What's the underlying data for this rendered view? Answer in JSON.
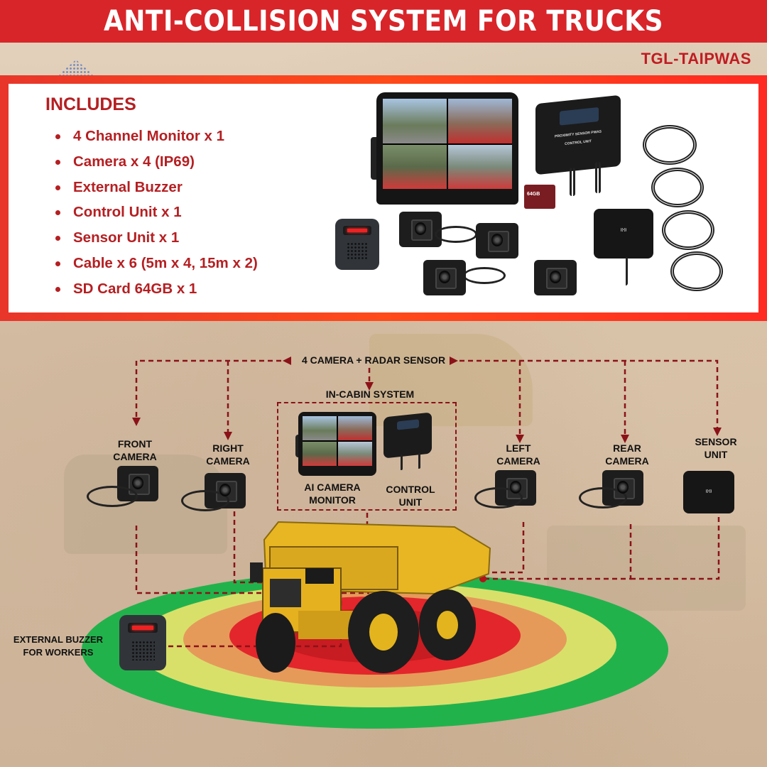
{
  "header": {
    "title": "ANTI-COLLISION SYSTEM FOR TRUCKS"
  },
  "model_code": "TGL-TAIPWAS",
  "includes": {
    "title": "INCLUDES",
    "items": [
      "4 Channel Monitor x 1",
      "Camera x 4 (IP69)",
      "External Buzzer",
      "Control Unit x 1",
      "Sensor Unit x 1",
      "Cable x 6 (5m x 4, 15m x 2)",
      "SD Card 64GB x 1"
    ]
  },
  "products": {
    "control_unit_label": "PROXIMITY SENSOR PWAS",
    "control_unit_sub": "CONTROL UNIT",
    "sd_card_label": "64GB"
  },
  "diagram": {
    "top_label": "4 CAMERA + RADAR SENSOR",
    "cabin_label": "IN-CABIN SYSTEM",
    "front_camera": [
      "FRONT",
      "CAMERA"
    ],
    "right_camera": [
      "RIGHT",
      "CAMERA"
    ],
    "left_camera": [
      "LEFT",
      "CAMERA"
    ],
    "rear_camera": [
      "REAR",
      "CAMERA"
    ],
    "sensor_unit": [
      "SENSOR",
      "UNIT"
    ],
    "ai_monitor": [
      "AI CAMERA",
      "MONITOR"
    ],
    "control_unit": [
      "CONTROL",
      "UNIT"
    ],
    "buzzer": [
      "EXTERNAL BUZZER",
      "FOR WORKERS"
    ]
  },
  "colors": {
    "header_red": "#d8252a",
    "text_red": "#b51f22",
    "dash_line": "#8b1218",
    "zone_green": "#22b24c",
    "zone_yellow": "#d8e06a",
    "zone_orange": "#e59a5a",
    "zone_red": "#e3262b"
  }
}
